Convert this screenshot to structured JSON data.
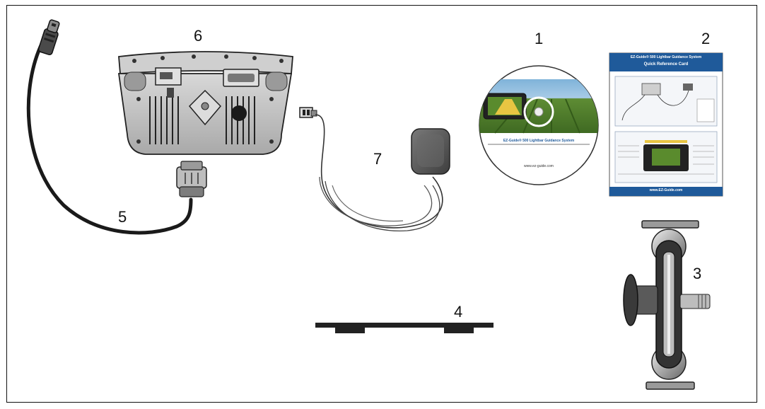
{
  "callouts": {
    "c1": "1",
    "c2": "2",
    "c3": "3",
    "c4": "4",
    "c5": "5",
    "c6": "6",
    "c7": "7"
  },
  "cd": {
    "disc_title": "EZ-Guide® 500 Lightbar Guidance System",
    "disc_url": "www.ez-guide.com"
  },
  "card": {
    "header_line1": "EZ-Guide® 500 Lightbar Guidance System",
    "header_line2": "Quick Reference Card",
    "footer": "www.EZ-Guide.com"
  },
  "colors": {
    "frame": "#111111",
    "card_blue": "#1f5a9a",
    "sky_blue": "#7fb3d9",
    "field_green": "#4f7d2c",
    "device_gray": "#c9c9c9",
    "antenna_dark": "#555555"
  }
}
